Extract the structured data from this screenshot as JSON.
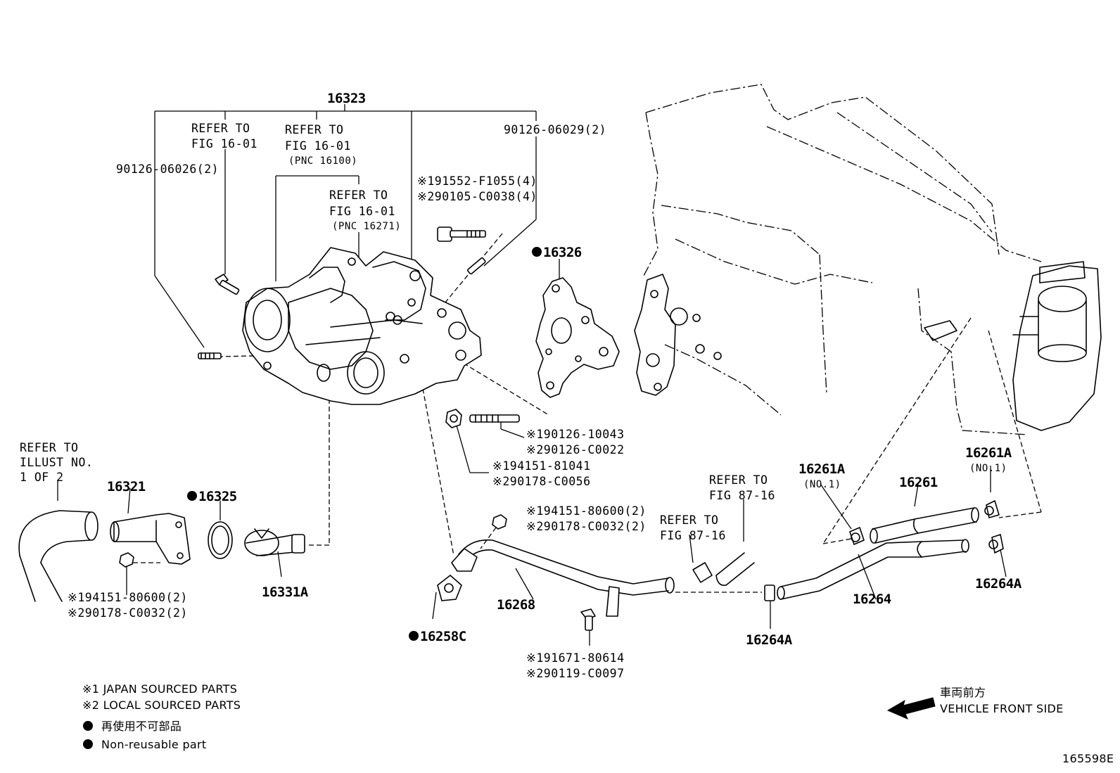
{
  "labels": {
    "p16323": "16323",
    "refer1_l1": "REFER TO",
    "refer1_l2": "FIG 16-01",
    "refer2_l1": "REFER TO",
    "refer2_l2": "FIG 16-01",
    "refer2_l3": "(PNC 16100)",
    "refer3_l1": "REFER TO",
    "refer3_l2": "FIG 16-01",
    "refer3_l3": "(PNC 16271)",
    "bolt_90126_06026": "90126-06026(2)",
    "bolt_90126_06029": "90126-06029(2)",
    "bolt_191552": "※191552-F1055(4)",
    "bolt_290105": "※290105-C0038(4)",
    "p16326": "16326",
    "stud_190126": "※190126-10043",
    "stud_290126": "※290126-C0022",
    "nut_194151_81041": "※194151-81041",
    "nut_290178_c0056": "※290178-C0056",
    "refer_illust_l1": "REFER TO",
    "refer_illust_l2": "ILLUST NO.",
    "refer_illust_l3": "1 OF 2",
    "p16321": "16321",
    "p16325": "16325",
    "p16331a": "16331A",
    "nut_left_1": "※194151-80600(2)",
    "nut_left_2": "※290178-C0032(2)",
    "nut_pipe_1": "※194151-80600(2)",
    "nut_pipe_2": "※290178-C0032(2)",
    "p16268": "16268",
    "p16258c": "16258C",
    "bolt_191671": "※191671-80614",
    "bolt_290119": "※290119-C0097",
    "refer8716a_l1": "REFER TO",
    "refer8716a_l2": "FIG 87-16",
    "refer8716b_l1": "REFER TO",
    "refer8716b_l2": "FIG 87-16",
    "p16264a_bottom": "16264A",
    "p16264": "16264",
    "p16261a_left": "16261A",
    "p16261a_left_sub": "(NO.1)",
    "p16261": "16261",
    "p16261a_right": "16261A",
    "p16261a_right_sub": "(NO.1)",
    "p16264a_right": "16264A",
    "figure_id": "165598E"
  },
  "legend": {
    "note1": "※1 JAPAN SOURCED PARTS",
    "note2": "※2 LOCAL SOURCED PARTS",
    "nonreuse_jp": "再使用不可部品",
    "nonreuse_en": "Non-reusable part"
  },
  "direction": {
    "jp": "車両前方",
    "en": "VEHICLE FRONT SIDE"
  }
}
